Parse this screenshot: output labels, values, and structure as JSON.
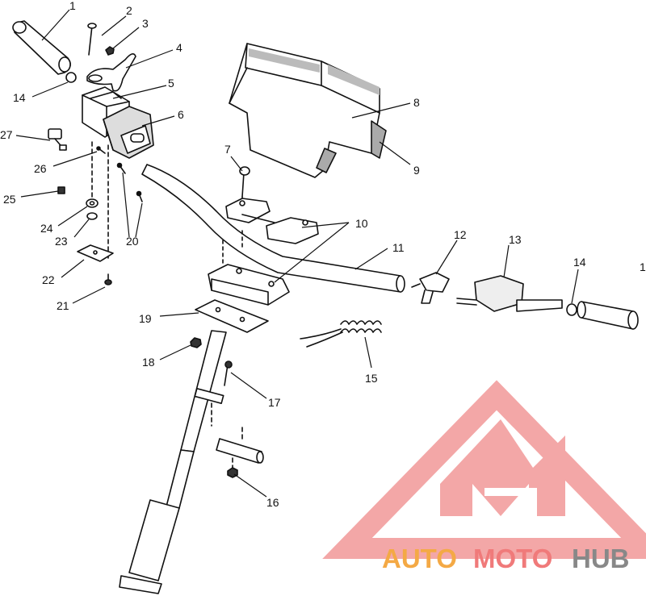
{
  "diagram": {
    "callouts": [
      "1",
      "2",
      "3",
      "4",
      "5",
      "6",
      "7",
      "8",
      "9",
      "10",
      "11",
      "12",
      "13",
      "14",
      "1",
      "14",
      "15",
      "16",
      "17",
      "18",
      "19",
      "20",
      "21",
      "22",
      "23",
      "24",
      "25",
      "26",
      "27"
    ]
  },
  "watermark": {
    "text_a": "AUTO",
    "text_b": "MOTO",
    "text_c": "HUB",
    "color_a": "#f4a945",
    "color_b": "#f07a7a",
    "color_c": "#888888",
    "logo_color": "#ef8a8a"
  }
}
